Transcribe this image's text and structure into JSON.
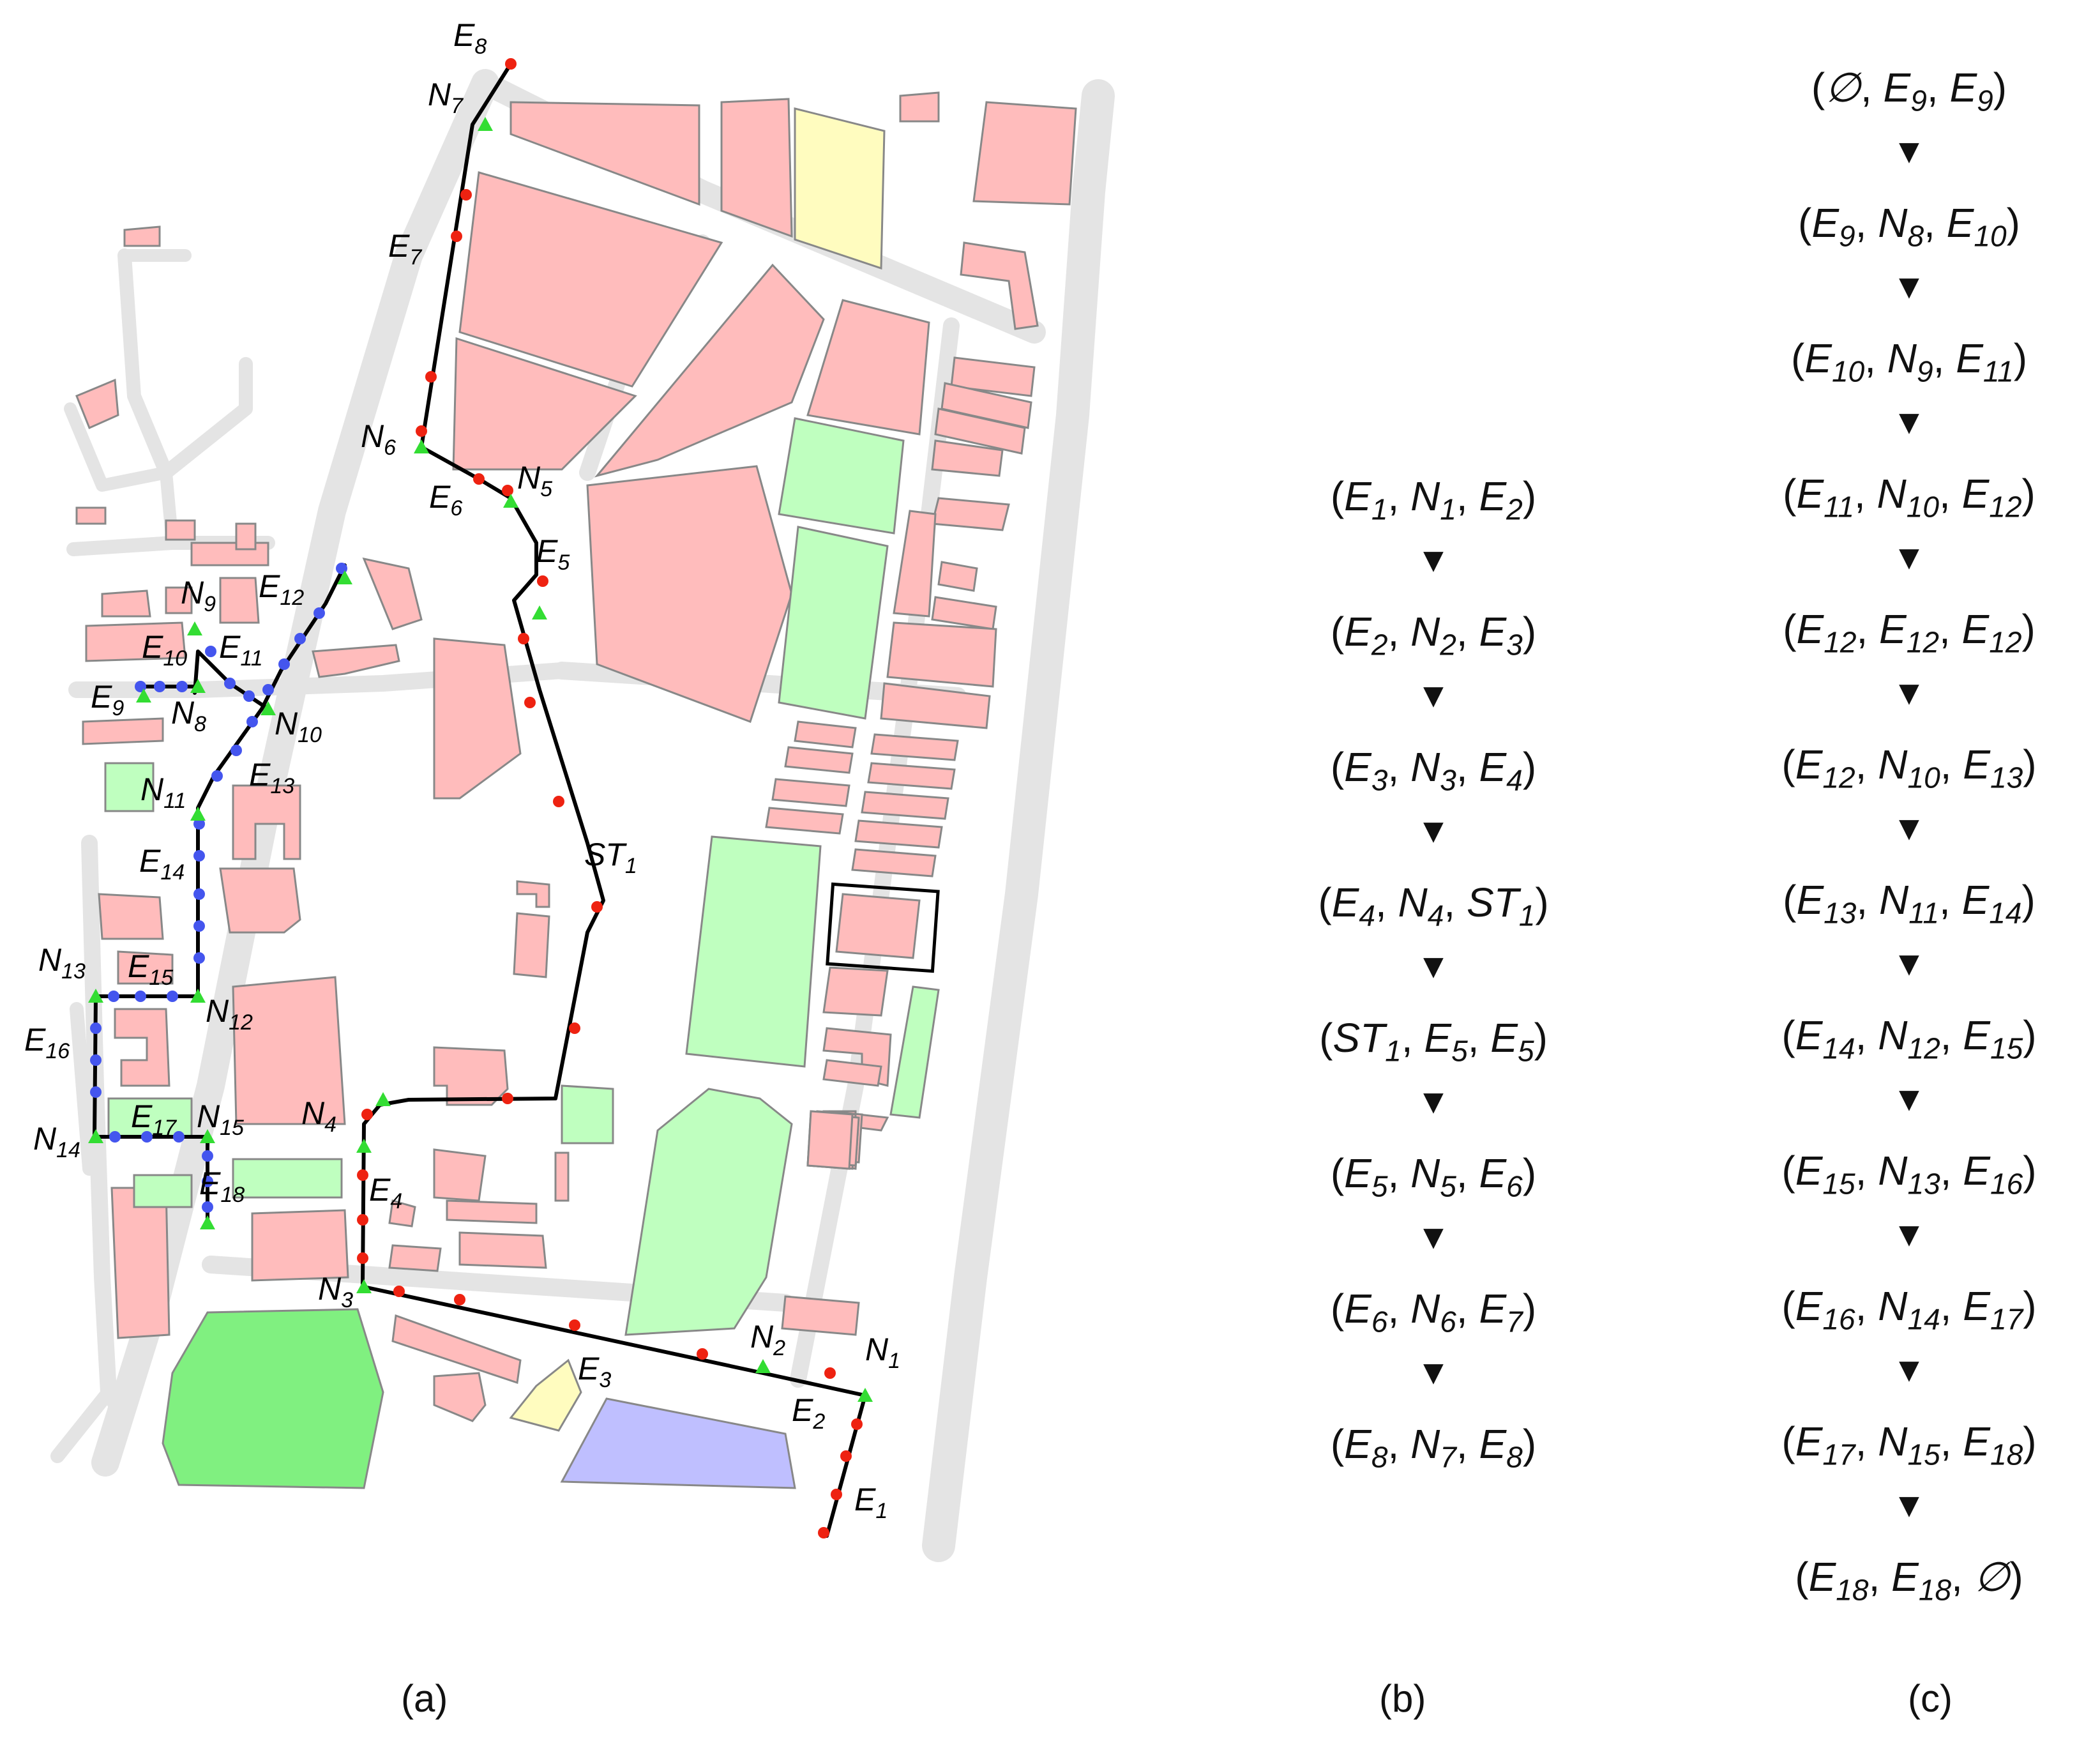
{
  "colors": {
    "road": "#e4e4e4",
    "building": "#ffbcbc",
    "park": "#bfffbf",
    "big_park": "#80f080",
    "yellow": "#fffcbf",
    "water": "#bfbfff",
    "outline": "#888888",
    "path": "#000000",
    "point_red": "#ee2211",
    "point_blue": "#4455ee",
    "node_green": "#33dd33"
  },
  "map_labels": [
    {
      "id": "E8",
      "b": "E",
      "s": "8"
    },
    {
      "id": "N7",
      "b": "N",
      "s": "7"
    },
    {
      "id": "E7",
      "b": "E",
      "s": "7"
    },
    {
      "id": "N6",
      "b": "N",
      "s": "6"
    },
    {
      "id": "E6",
      "b": "E",
      "s": "6"
    },
    {
      "id": "N5",
      "b": "N",
      "s": "5"
    },
    {
      "id": "E5",
      "b": "E",
      "s": "5"
    },
    {
      "id": "E12",
      "b": "E",
      "s": "12"
    },
    {
      "id": "N9",
      "b": "N",
      "s": "9"
    },
    {
      "id": "E10",
      "b": "E",
      "s": "10"
    },
    {
      "id": "E11",
      "b": "E",
      "s": "11"
    },
    {
      "id": "E9",
      "b": "E",
      "s": "9"
    },
    {
      "id": "N8",
      "b": "N",
      "s": "8"
    },
    {
      "id": "N10",
      "b": "N",
      "s": "10"
    },
    {
      "id": "E13",
      "b": "E",
      "s": "13"
    },
    {
      "id": "N11",
      "b": "N",
      "s": "11"
    },
    {
      "id": "E14",
      "b": "E",
      "s": "14"
    },
    {
      "id": "ST1",
      "b": "ST",
      "s": "1"
    },
    {
      "id": "N13",
      "b": "N",
      "s": "13"
    },
    {
      "id": "E15",
      "b": "E",
      "s": "15"
    },
    {
      "id": "N12",
      "b": "N",
      "s": "12"
    },
    {
      "id": "E16",
      "b": "E",
      "s": "16"
    },
    {
      "id": "N4",
      "b": "N",
      "s": "4"
    },
    {
      "id": "E17",
      "b": "E",
      "s": "17"
    },
    {
      "id": "N15",
      "b": "N",
      "s": "15"
    },
    {
      "id": "N14",
      "b": "N",
      "s": "14"
    },
    {
      "id": "E18",
      "b": "E",
      "s": "18"
    },
    {
      "id": "E4",
      "b": "E",
      "s": "4"
    },
    {
      "id": "N3",
      "b": "N",
      "s": "3"
    },
    {
      "id": "E3",
      "b": "E",
      "s": "3"
    },
    {
      "id": "N2",
      "b": "N",
      "s": "2"
    },
    {
      "id": "N1",
      "b": "N",
      "s": "1"
    },
    {
      "id": "E2",
      "b": "E",
      "s": "2"
    },
    {
      "id": "E1",
      "b": "E",
      "s": "1"
    }
  ],
  "sequence_b": [
    [
      {
        "b": "E",
        "s": "1"
      },
      {
        "b": "N",
        "s": "1"
      },
      {
        "b": "E",
        "s": "2"
      }
    ],
    [
      {
        "b": "E",
        "s": "2"
      },
      {
        "b": "N",
        "s": "2"
      },
      {
        "b": "E",
        "s": "3"
      }
    ],
    [
      {
        "b": "E",
        "s": "3"
      },
      {
        "b": "N",
        "s": "3"
      },
      {
        "b": "E",
        "s": "4"
      }
    ],
    [
      {
        "b": "E",
        "s": "4"
      },
      {
        "b": "N",
        "s": "4"
      },
      {
        "b": "ST",
        "s": "1"
      }
    ],
    [
      {
        "b": "ST",
        "s": "1"
      },
      {
        "b": "E",
        "s": "5"
      },
      {
        "b": "E",
        "s": "5"
      }
    ],
    [
      {
        "b": "E",
        "s": "5"
      },
      {
        "b": "N",
        "s": "5"
      },
      {
        "b": "E",
        "s": "6"
      }
    ],
    [
      {
        "b": "E",
        "s": "6"
      },
      {
        "b": "N",
        "s": "6"
      },
      {
        "b": "E",
        "s": "7"
      }
    ],
    [
      {
        "b": "E",
        "s": "8"
      },
      {
        "b": "N",
        "s": "7"
      },
      {
        "b": "E",
        "s": "8"
      }
    ]
  ],
  "sequence_c": [
    [
      {
        "b": "∅",
        "s": ""
      },
      {
        "b": "E",
        "s": "9"
      },
      {
        "b": "E",
        "s": "9"
      }
    ],
    [
      {
        "b": "E",
        "s": "9"
      },
      {
        "b": "N",
        "s": "8"
      },
      {
        "b": "E",
        "s": "10"
      }
    ],
    [
      {
        "b": "E",
        "s": "10"
      },
      {
        "b": "N",
        "s": "9"
      },
      {
        "b": "E",
        "s": "11"
      }
    ],
    [
      {
        "b": "E",
        "s": "11"
      },
      {
        "b": "N",
        "s": "10"
      },
      {
        "b": "E",
        "s": "12"
      }
    ],
    [
      {
        "b": "E",
        "s": "12"
      },
      {
        "b": "E",
        "s": "12"
      },
      {
        "b": "E",
        "s": "12"
      }
    ],
    [
      {
        "b": "E",
        "s": "12"
      },
      {
        "b": "N",
        "s": "10"
      },
      {
        "b": "E",
        "s": "13"
      }
    ],
    [
      {
        "b": "E",
        "s": "13"
      },
      {
        "b": "N",
        "s": "11"
      },
      {
        "b": "E",
        "s": "14"
      }
    ],
    [
      {
        "b": "E",
        "s": "14"
      },
      {
        "b": "N",
        "s": "12"
      },
      {
        "b": "E",
        "s": "15"
      }
    ],
    [
      {
        "b": "E",
        "s": "15"
      },
      {
        "b": "N",
        "s": "13"
      },
      {
        "b": "E",
        "s": "16"
      }
    ],
    [
      {
        "b": "E",
        "s": "16"
      },
      {
        "b": "N",
        "s": "14"
      },
      {
        "b": "E",
        "s": "17"
      }
    ],
    [
      {
        "b": "E",
        "s": "17"
      },
      {
        "b": "N",
        "s": "15"
      },
      {
        "b": "E",
        "s": "18"
      }
    ],
    [
      {
        "b": "E",
        "s": "18"
      },
      {
        "b": "E",
        "s": "18"
      },
      {
        "b": "∅",
        "s": ""
      }
    ]
  ],
  "arrow_glyph": "▼",
  "captions": {
    "a": "(a)",
    "b": "(b)",
    "c": "(c)"
  }
}
